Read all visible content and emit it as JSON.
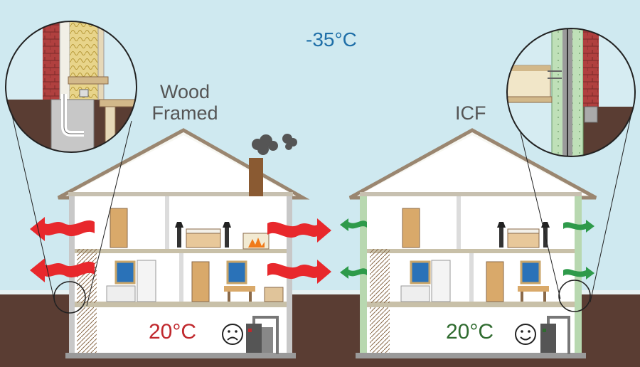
{
  "outside_temperature": "-35°C",
  "houses": {
    "wood": {
      "title_line1": "Wood",
      "title_line2": "Framed",
      "basement_temperature": "20°C",
      "mood": "sad-face-icon",
      "heat_loss_arrows_color": "#e8282c"
    },
    "icf": {
      "title": "ICF",
      "basement_temperature": "20°C",
      "mood": "happy-face-icon",
      "heat_loss_arrows_color": "#2e9a4a"
    }
  },
  "colors": {
    "sky": "#cfe9f0",
    "ground": "#5a3d33",
    "wall_frame": "#c8c8c8",
    "roof_outline": "#9a8670",
    "warm_temp_text": "#c0282d",
    "icf_temp_text": "#2f6b2f",
    "outside_temp_text": "#1f6fa8"
  },
  "icons": [
    "smoke-icon",
    "fireplace-icon",
    "bed-icon",
    "furnace-icon",
    "window-icon",
    "door-icon",
    "stairs-icon",
    "sad-face-icon",
    "happy-face-icon",
    "red-wavy-arrow-icon",
    "green-arrow-icon",
    "wall-detail-magnifier-icon"
  ]
}
